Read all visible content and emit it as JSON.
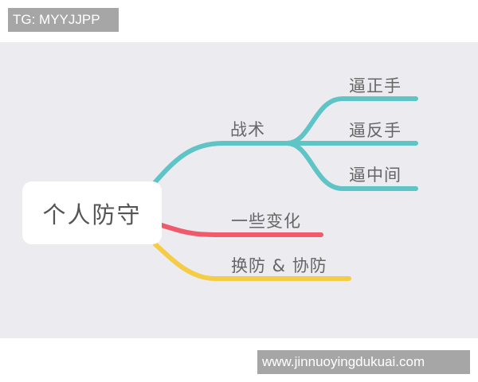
{
  "watermarks": {
    "top_left": "TG: MYYJJPP",
    "bottom_right": "www.jinnuoyingdukuai.com"
  },
  "mindmap": {
    "root": "个人防守",
    "colors": {
      "background": "#ececf0",
      "teal": "#5ec4c6",
      "red": "#ef5b6a",
      "yellow": "#f5cc45",
      "text": "#666666"
    },
    "branches": [
      {
        "label": "战术",
        "color": "#5ec4c6",
        "children": [
          {
            "label": "逼正手"
          },
          {
            "label": "逼反手"
          },
          {
            "label": "逼中间"
          }
        ]
      },
      {
        "label": "一些变化",
        "color": "#ef5b6a"
      },
      {
        "label": "换防 & 协防",
        "color": "#f5cc45"
      }
    ]
  }
}
